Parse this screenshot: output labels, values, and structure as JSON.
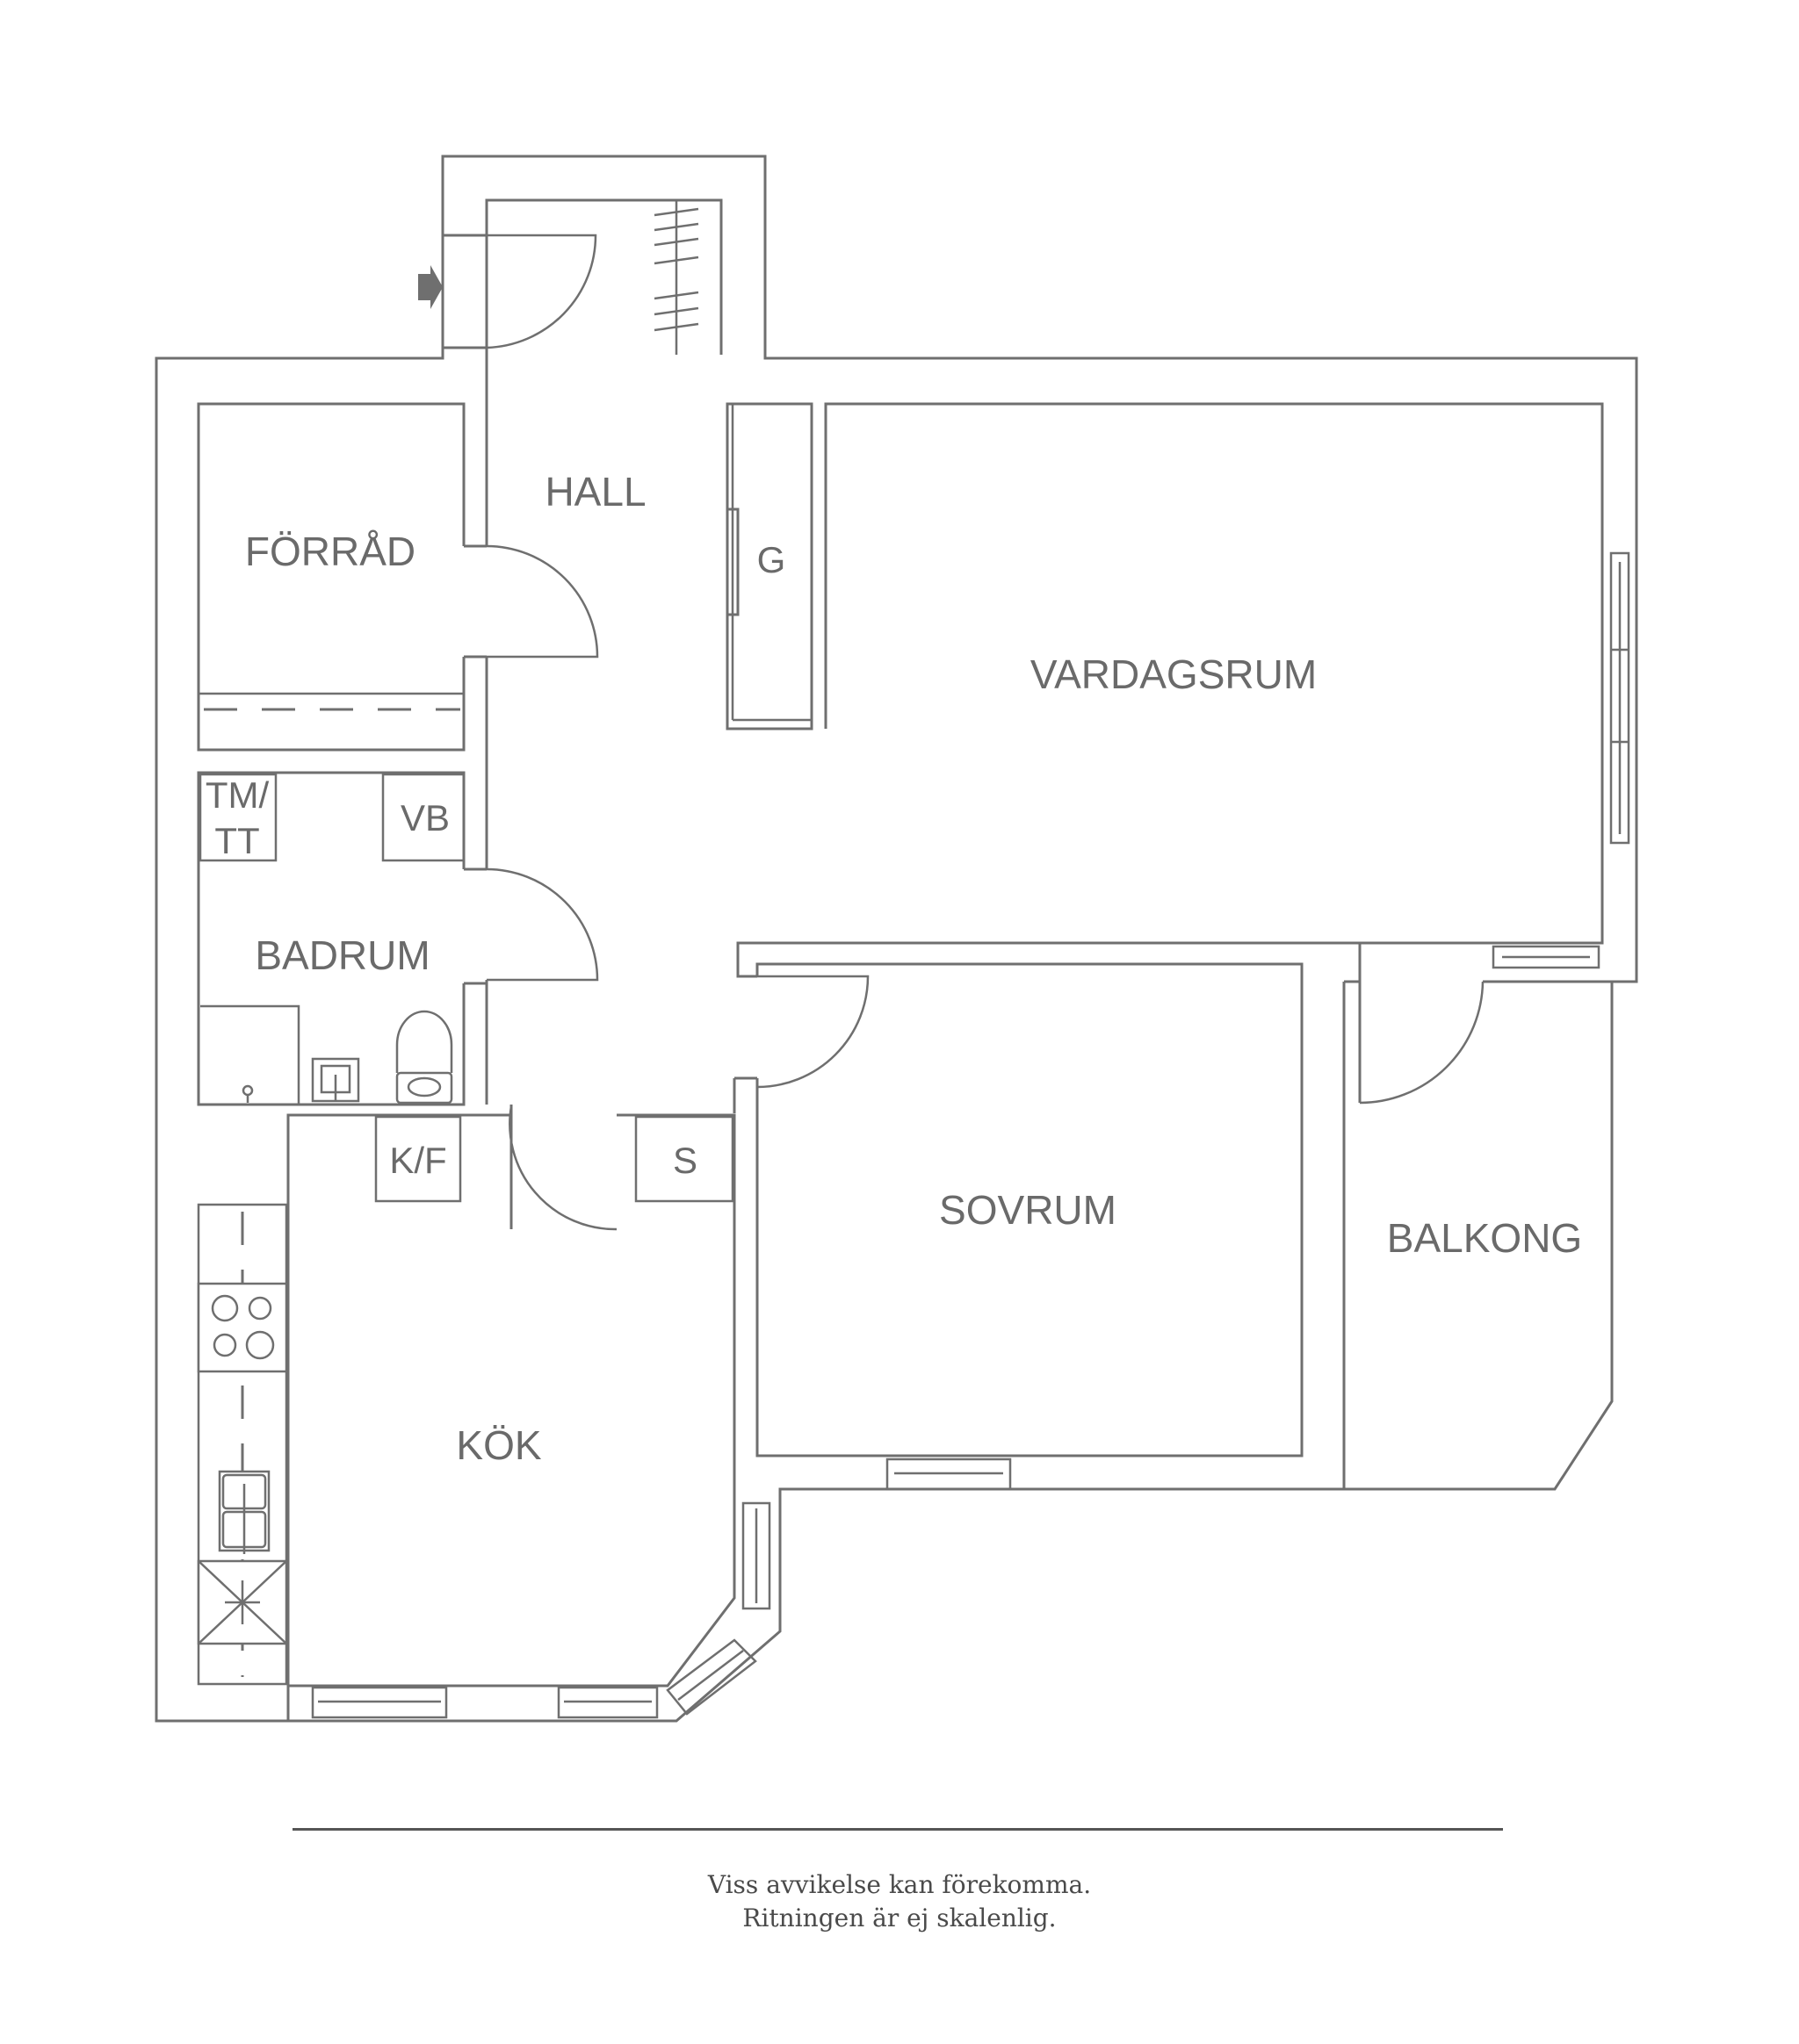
{
  "colors": {
    "wall": "#6f6f6f",
    "text": "#6a6a6a",
    "background": "#ffffff"
  },
  "rooms": {
    "hall": "HALL",
    "forrad": "FÖRRÅD",
    "vardagsrum": "VARDAGSRUM",
    "badrum": "BADRUM",
    "sovrum": "SOVRUM",
    "kok": "KÖK",
    "balkong": "BALKONG"
  },
  "fixtures": {
    "garderob": "G",
    "tm_line1": "TM/",
    "tm_line2": "TT",
    "vb": "VB",
    "kf": "K/F",
    "s": "S"
  },
  "icons": [
    "entrance-arrow-icon",
    "stove-icon",
    "sink-icon",
    "toilet-icon",
    "washbasin-icon",
    "fan-icon"
  ],
  "footer": {
    "line1": "Viss avvikelse kan förekomma.",
    "line2": "Ritningen är ej skalenlig."
  }
}
